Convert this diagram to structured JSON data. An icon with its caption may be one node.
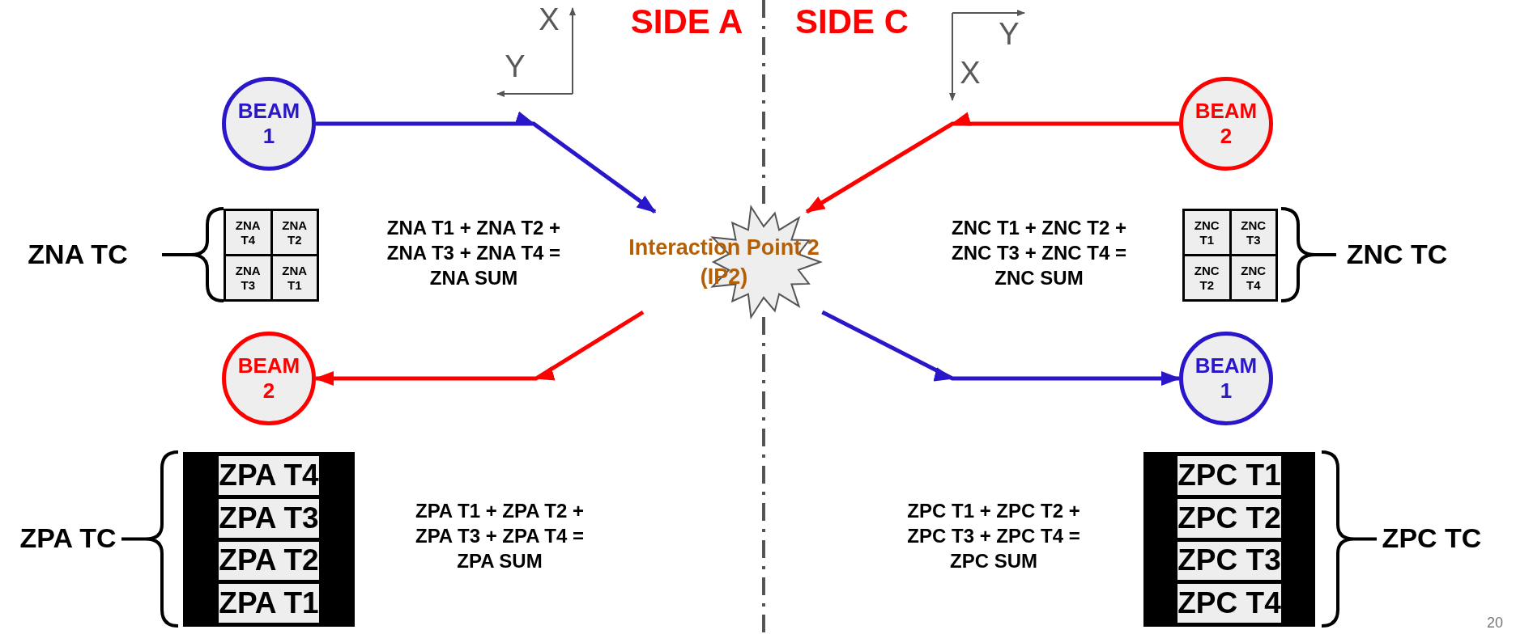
{
  "diagram": {
    "nodes": [
      {
        "text": [
          "BEAM 1"
        ]
      },
      {
        "text": [
          "BEAM 2"
        ]
      },
      {
        "text": [],
        "shape": "box"
      },
      {
        "text": [
          "ZNA T4"
        ],
        "in": 2
      },
      {
        "text": [
          "ZNA T2"
        ],
        "in": 2
      },
      {
        "text": [
          "ZNA T3"
        ],
        "in": 2
      },
      {
        "text": [
          "ZNA T1"
        ],
        "in": 2
      },
      {
        "text": [
          "Interaction Point 2 (IP2)"
        ]
      },
      {
        "text": [],
        "shape": "box"
      },
      {
        "text": [
          "ZNC T1"
        ],
        "in": 8
      },
      {
        "text": [
          "ZNC T3"
        ],
        "in": 8
      },
      {
        "text": [
          "ZNC T2"
        ],
        "in": 8
      },
      {
        "text": [
          "ZNC T4"
        ],
        "in": 8
      },
      {
        "text": [
          "BEAM 2"
        ]
      },
      {
        "text": [
          "BEAM 1"
        ]
      },
      {
        "text": [],
        "shape": "box"
      },
      {
        "text": [
          "ZPA T4"
        ],
        "in": 15
      },
      {
        "text": [
          "ZPA T3"
        ],
        "in": 15
      },
      {
        "text": [
          "ZPA T2"
        ],
        "in": 15
      },
      {
        "text": [
          "ZPA T1"
        ],
        "in": 15
      },
      {
        "text": [],
        "shape": "box"
      },
      {
        "text": [
          "ZPC T1"
        ],
        "in": 20
      },
      {
        "text": [
          "ZPC T2"
        ],
        "in": 20
      },
      {
        "text": [
          "ZPC T3"
        ],
        "in": 20
      },
      {
        "text": [
          "ZPC T4"
        ],
        "in": 20
      }
    ],
    "edges": [
      {
        "from": 0,
        "to": 7,
        "arrow": "to",
        "color": "#2a17c9"
      },
      {
        "from": 1,
        "to": 7,
        "arrow": "to",
        "color": "#ff0000"
      },
      {
        "from": 7,
        "to": 13,
        "arrow": "to",
        "color": "#ff0000"
      },
      {
        "from": 7,
        "to": 14,
        "arrow": "to",
        "color": "#2a17c9"
      }
    ],
    "labels": [
      "X",
      "SIDE A",
      "SIDE C",
      "Y",
      "Y",
      "X",
      "ZNA TC",
      "ZNA T1 + ZNA T2 + ZNA T3 + ZNA T4 = ZNA SUM",
      "ZNC T1 + ZNC T2 + ZNC T3 + ZNC T4 = ZNC SUM",
      "ZNC TC",
      "ZPA TC",
      "ZPA T1 + ZPA T2 + ZPA T3 + ZPA T4 = ZPA SUM",
      "ZPC T1 + ZPC T2 + ZPC T3 + ZPC T4 = ZPC SUM",
      "ZPC TC",
      "20"
    ]
  }
}
